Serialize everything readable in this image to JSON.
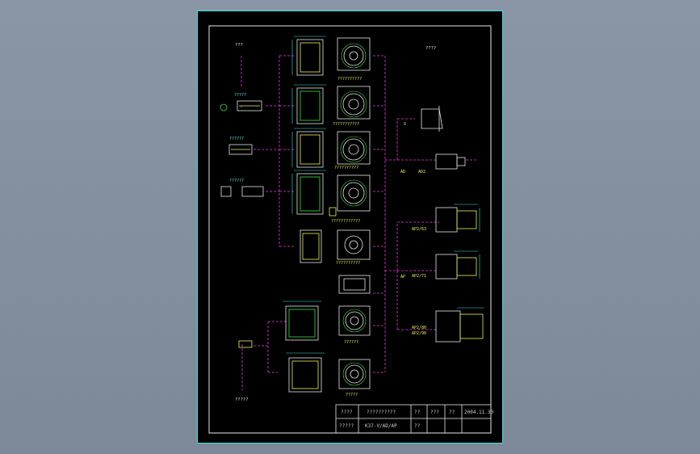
{
  "colors": {
    "sheet": "#000000",
    "frame_outer": "#3ce0e0",
    "frame_inner": "#e8e8e8",
    "connector": "#e040e0",
    "outline": "#e8e8e8",
    "dimension": "#3ce0e0",
    "accent_yellow": "#f0f060",
    "accent_green": "#40e040",
    "accent_red": "#ff4040"
  },
  "labels": {
    "top_left": "???",
    "top_right": "????",
    "bottom_left": "?????",
    "left_small": "?????",
    "left_mount_1": "??????",
    "left_mount_2": "??????",
    "left_mount_3": "?????????",
    "view_captions": [
      "??????????",
      "???????????",
      "??????????",
      "????????????",
      "??????????",
      "??????",
      "?????"
    ],
    "code_v": "V",
    "code_ad": "AD",
    "code_ad2": "AD2",
    "code_ap": "AP",
    "code_ap1": "AP2/63",
    "code_ap2": "AP2/71",
    "code_ap3": "AP2/80",
    "code_ap4": "AP2/90"
  },
  "title_block": {
    "row1": [
      "????",
      "??????????",
      "??",
      "???",
      "??",
      "2004.11.30"
    ],
    "row2": [
      "?????",
      "K37-V/AD/AP",
      "??",
      "",
      "",
      ""
    ]
  }
}
